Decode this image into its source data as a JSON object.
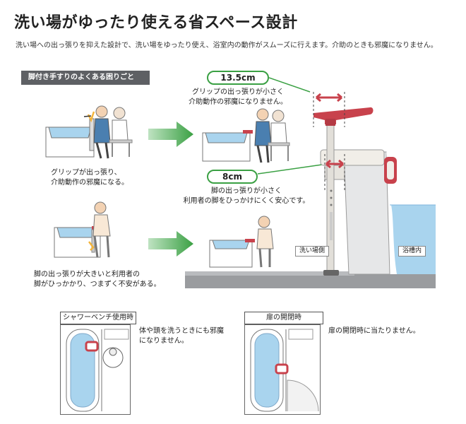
{
  "header": {
    "title": "洗い場がゆったり使える省スペース設計",
    "intro": "洗い場への出っ張りを抑えた設計で、洗い場をゆったり使え、浴室内の動作がスムーズに行えます。介助のときも邪魔になりません。"
  },
  "problem_tag": "脚付き手すりのよくある困りごと",
  "problems": {
    "grip_problem": [
      "グリップが出っ張り、",
      "介助動作の邪魔になる。"
    ],
    "leg_problem": [
      "脚の出っ張りが大きいと利用者の",
      "脚がひっかかり、つまずく不安がある。"
    ]
  },
  "solutions": {
    "grip_measure": "13.5cm",
    "grip_text": [
      "グリップの出っ張りが小さく",
      "介助動作の邪魔になりません。"
    ],
    "leg_measure": "8cm",
    "leg_text": [
      "脚の出っ張りが小さく",
      "利用者の脚をひっかけにくく安心です。"
    ]
  },
  "scene_labels": {
    "wash_side": "洗い場側",
    "tub_inside": "浴槽内"
  },
  "panels": {
    "shower": {
      "title": "シャワーベンチ使用時",
      "text": [
        "体や頭を洗うときにも邪魔",
        "になりません。"
      ]
    },
    "door": {
      "title": "扉の開閉時",
      "text": [
        "扉の開閉時に当たりません。"
      ]
    }
  },
  "colors": {
    "accent_green": "#3aa043",
    "product_red": "#c8424c",
    "tub_blue": "#a9d4ee",
    "tag_gray": "#5e6064"
  }
}
